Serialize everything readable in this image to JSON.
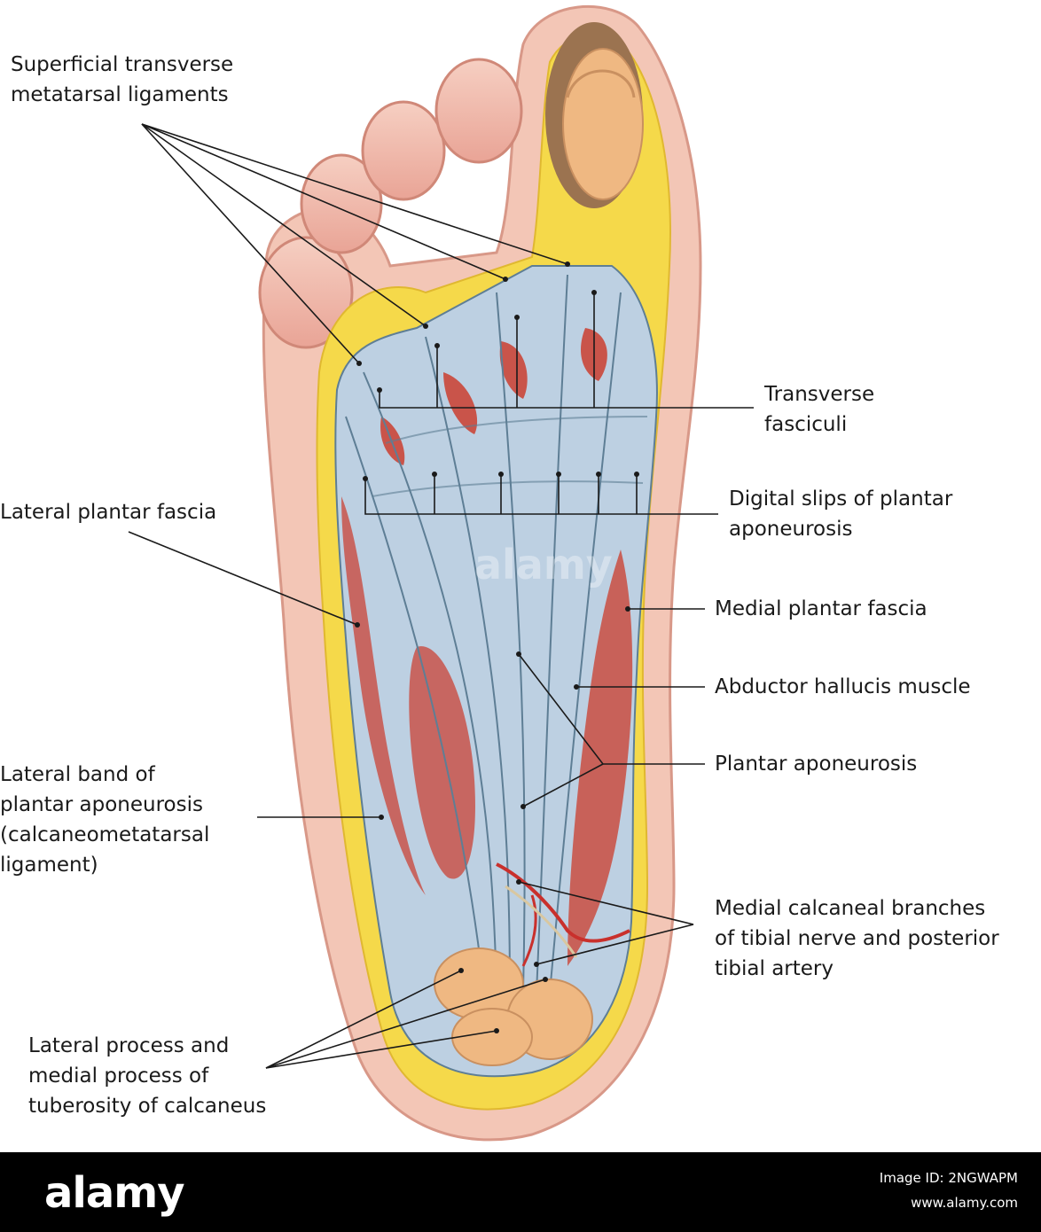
{
  "labels": {
    "superficial_transverse": "Superficial transverse\nmetatarsal ligaments",
    "transverse_fasciculi": "Transverse\nfasciculi",
    "digital_slips": "Digital slips of plantar\naponeurosis",
    "lateral_plantar_fascia": "Lateral plantar fascia",
    "medial_plantar_fascia": "Medial plantar fascia",
    "abductor_hallucis": "Abductor hallucis muscle",
    "plantar_aponeurosis": "Plantar aponeurosis",
    "lateral_band": "Lateral band of\nplantar aponeurosis\n(calcaneometatarsal\nligament)",
    "medial_calcaneal": "Medial calcaneal branches\nof tibial nerve and posterior\ntibial artery",
    "calcaneus_process": "Lateral process and\nmedial process of\ntuberosity of calcaneus"
  },
  "watermark": {
    "logo": "alamy",
    "center_mark": "alamy",
    "image_id": "Image ID: 2NGWAPM",
    "site": "www.alamy.com"
  },
  "colors": {
    "skin": "#f2c3b2",
    "skin_outline": "#d89888",
    "fat": "#f5d94a",
    "fascia": "#b9cde0",
    "fascia_line": "#5e7e95",
    "muscle": "#c9544a",
    "bone": "#efb882",
    "leader": "#1a1a1a"
  }
}
